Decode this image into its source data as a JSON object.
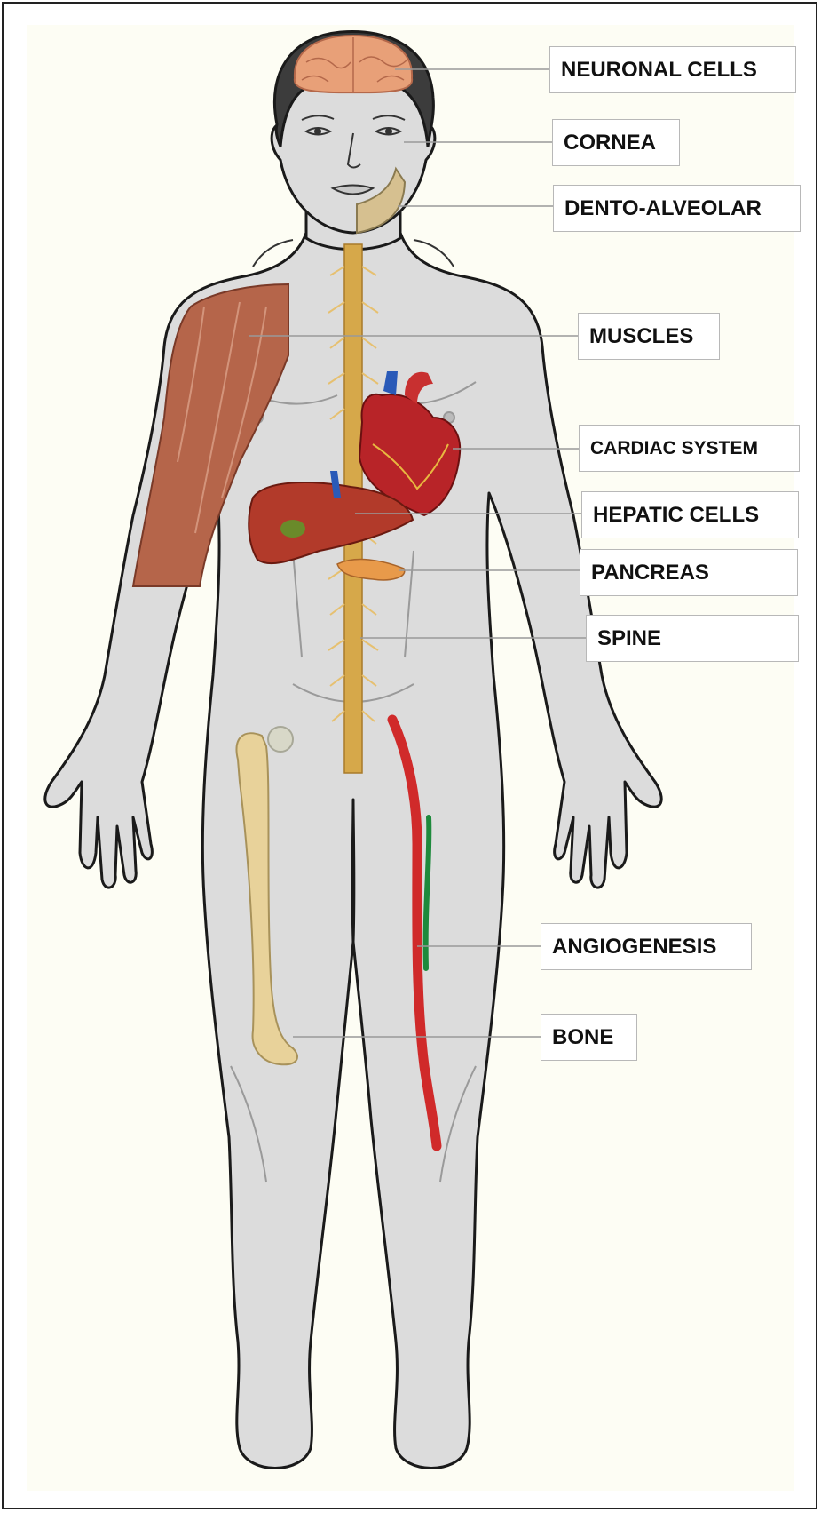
{
  "labels": {
    "neuronal": "NEURONAL CELLS",
    "cornea": "CORNEA",
    "dento": "DENTO-ALVEOLAR",
    "muscles": "MUSCLES",
    "cardiac": "CARDIAC SYSTEM",
    "hepatic": "HEPATIC CELLS",
    "pancreas": "PANCREAS",
    "spine": "SPINE",
    "angiogenesis": "ANGIOGENESIS",
    "bone": "BONE"
  },
  "colors": {
    "body_fill": "#dcdcdc",
    "outline": "#1a1a1a",
    "hair": "#3c3c3c",
    "brain": "#e8a078",
    "muscle": "#b5654a",
    "heart": "#b82428",
    "liver": "#b23a2a",
    "pancreas": "#e89a4a",
    "spine": "#d6a84a",
    "bone": "#e8d29a",
    "artery": "#d02a2a",
    "vein": "#1e8a3c"
  }
}
